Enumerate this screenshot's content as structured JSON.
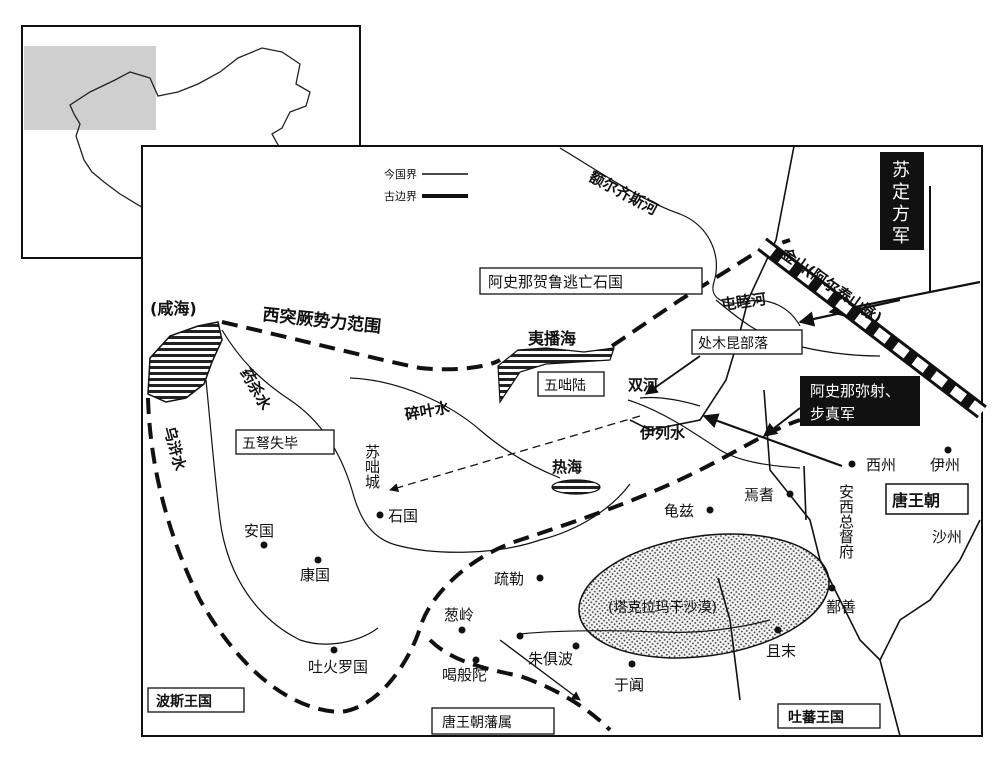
{
  "legend": {
    "modern_border": "今国界",
    "ancient_border": "古边界"
  },
  "water": {
    "irtysh": "额尔齐斯河",
    "xianhai": "(咸海)",
    "yibohai": "夷播海",
    "rehai": "热海",
    "suiyeshui": "碎叶水",
    "yaoshashui": "药杀水",
    "wuhushui": "乌浒水",
    "yilieshui": "伊列水",
    "shuanghe": "双河",
    "tunjianhe": "屯睦河"
  },
  "mountains": {
    "jinshan": "金山(阿尔泰山脉)"
  },
  "regions": {
    "west_turk": "西突厥势力范围",
    "wudulu": "五咄陆",
    "wunushibi": "五弩失毕",
    "tang": "唐王朝",
    "tang_vassal": "唐王朝藩属",
    "persia": "波斯王国",
    "tubo": "吐蕃王国",
    "taklamakan": "(塔克拉玛干沙漠)",
    "anxi": "安西总督府"
  },
  "annotations": {
    "helu_flee": "阿史那贺鲁逃亡石国",
    "chumukun": "处木昆部落",
    "mishe": [
      "阿史那弥射、",
      "步真军"
    ],
    "su_dingfang": [
      "苏",
      "定",
      "方",
      "军"
    ]
  },
  "places": {
    "suzhicheng": "苏咄城",
    "shiguo": "石国",
    "anguo": "安国",
    "kangguo": "康国",
    "tuhuoluo": "吐火罗国",
    "congling": "葱岭",
    "kebantuo": "喝般陀",
    "zhujubo": "朱俱波",
    "shule": "疏勒",
    "qiuci": "龟兹",
    "yanqi": "焉耆",
    "xizhou": "西州",
    "yizhou": "伊州",
    "shazhou": "沙州",
    "shanshan": "鄯善",
    "qiemo": "且末",
    "yutian": "于阗"
  }
}
